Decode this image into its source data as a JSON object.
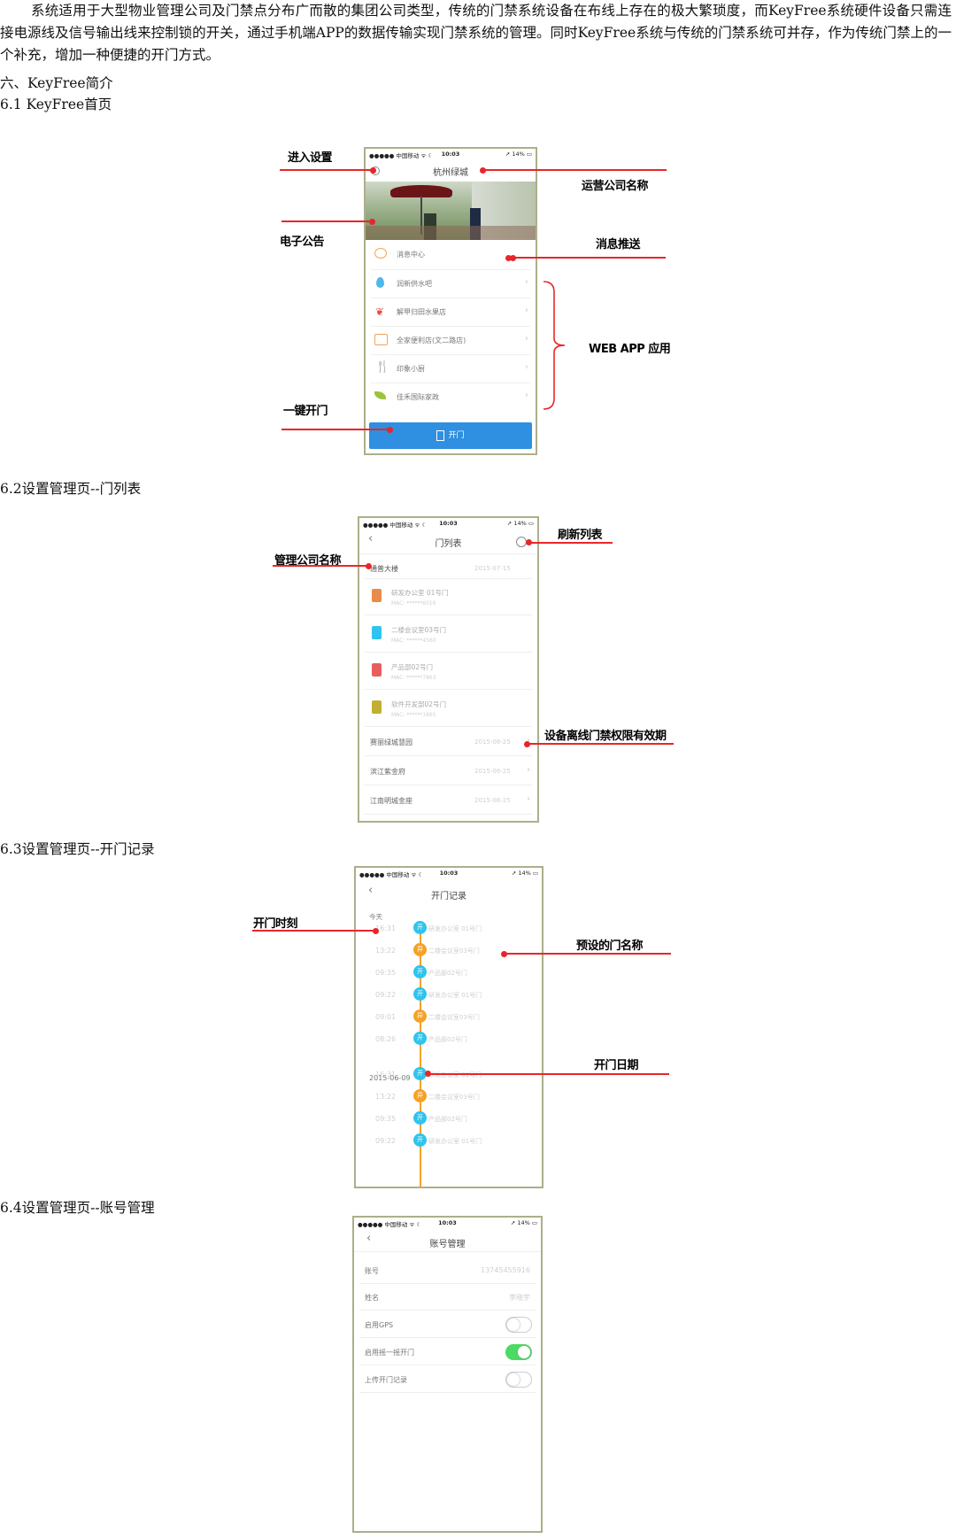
{
  "intro": {
    "paragraph": "系统适用于大型物业管理公司及门禁点分布广而散的集团公司类型，传统的门禁系统设备在布线上存在的极大繁琐度，而KeyFree系统硬件设备只需连接电源线及信号输出线来控制锁的开关，通过手机端APP的数据传输实现门禁系统的管理。同时KeyFree系统与传统的门禁系统可并存，作为传统门禁上的一个补充，增加一种便捷的开门方式。"
  },
  "section_title": "六、KeyFree简介",
  "status": {
    "carrier": "●●●●● 中国移动 ᯤ ☾",
    "time": "10:03",
    "battery": "➚ 14% ▭"
  },
  "s61": {
    "heading": "6.1 KeyFree首页",
    "title": "杭州绿城",
    "menu": [
      "消息中心",
      "润新供水吧",
      "解甲归田水果店",
      "全家便利店(文二路店)",
      "印象小厨",
      "佳禾国际家政"
    ],
    "open_button": "开门",
    "callouts": {
      "settings": "进入设置",
      "company": "运营公司名称",
      "notice": "电子公告",
      "push": "消息推送",
      "webapp": "WEB APP  应用",
      "onekey": "一键开门"
    }
  },
  "s62": {
    "heading": "6.2设置管理页--门列表",
    "title": "门列表",
    "group1": {
      "name": "通普大楼",
      "date": "2015-07-15"
    },
    "doors": [
      {
        "name": "研发办公室 01号门",
        "mac": "MAC: ******6016",
        "color": "#e88c4a"
      },
      {
        "name": "二楼会议室03号门",
        "mac": "MAC: ******4560",
        "color": "#2ec4ee"
      },
      {
        "name": "产品部02号门",
        "mac": "MAC: ******7863",
        "color": "#e85e5e"
      },
      {
        "name": "软件开发部02号门",
        "mac": "MAC: ******1865",
        "color": "#c4ae32"
      }
    ],
    "groups": [
      {
        "name": "赛丽绿城慧园",
        "date": "2015-08-25"
      },
      {
        "name": "滨江紫金府",
        "date": "2015-08-25"
      },
      {
        "name": "江南明城金座",
        "date": "2015-08-25"
      }
    ],
    "callouts": {
      "refresh": "刷新列表",
      "company": "管理公司名称",
      "offline": "设备离线门禁权限有效期"
    }
  },
  "s63": {
    "heading": "6.3设置管理页--开门记录",
    "title": "开门记录",
    "today": "今天",
    "date2": "2015-06-09",
    "records1": [
      {
        "time": "16:31",
        "door": "研发办公室 01号门",
        "tag": "开",
        "color": "#2ec4ee"
      },
      {
        "time": "13:22",
        "door": "二楼会议室03号门",
        "tag": "异",
        "color": "#f4a227"
      },
      {
        "time": "09:35",
        "door": "产品部02号门",
        "tag": "开",
        "color": "#2ec4ee"
      },
      {
        "time": "09:22",
        "door": "研发办公室 01号门",
        "tag": "开",
        "color": "#2ec4ee"
      },
      {
        "time": "09:01",
        "door": "二楼会议室03号门",
        "tag": "异",
        "color": "#f4a227"
      },
      {
        "time": "08:26",
        "door": "产品部02号门",
        "tag": "开",
        "color": "#2ec4ee"
      }
    ],
    "records2": [
      {
        "time": "16:31",
        "door": "研发办公室 01号门",
        "tag": "开",
        "color": "#2ec4ee"
      },
      {
        "time": "13:22",
        "door": "二楼会议室03号门",
        "tag": "异",
        "color": "#f4a227"
      },
      {
        "time": "09:35",
        "door": "产品部02号门",
        "tag": "开",
        "color": "#2ec4ee"
      },
      {
        "time": "09:22",
        "door": "研发办公室 01号门",
        "tag": "开",
        "color": "#2ec4ee"
      }
    ],
    "callouts": {
      "time": "开门时刻",
      "door": "预设的门名称",
      "date": "开门日期"
    }
  },
  "s64": {
    "heading": "6.4设置管理页--账号管理",
    "title": "账号管理",
    "rows": [
      {
        "label": "账号",
        "value": "13745455916"
      },
      {
        "label": "姓名",
        "value": "李晓宇"
      }
    ],
    "toggles": [
      {
        "label": "启用GPS",
        "on": false
      },
      {
        "label": "启用摇一摇开门",
        "on": true
      },
      {
        "label": "上传开门记录",
        "on": false
      }
    ]
  }
}
